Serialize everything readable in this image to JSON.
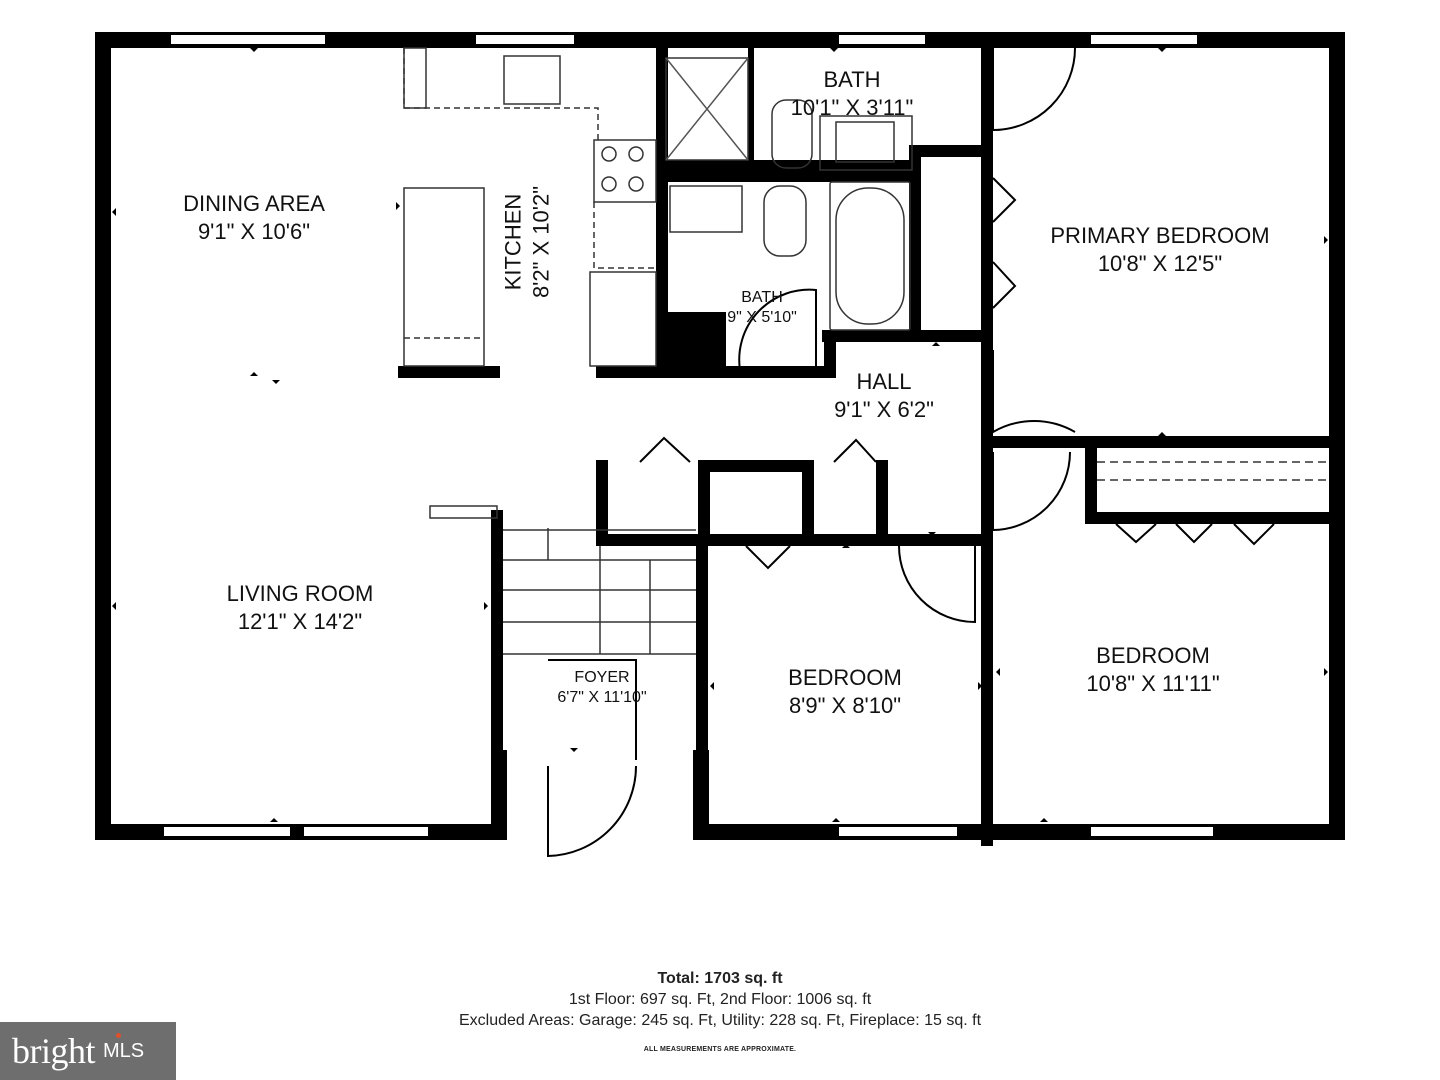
{
  "rooms": {
    "dining": {
      "name": "DINING AREA",
      "dim": "9'1\" X 10'6\""
    },
    "kitchen": {
      "name": "KITCHEN",
      "dim": "8'2\" X 10'2\""
    },
    "bath_upper": {
      "name": "BATH",
      "dim": "10'1\" X 3'11\""
    },
    "bath_lower": {
      "name": "BATH",
      "dim": "9\" X 5'10\""
    },
    "primary_bedroom": {
      "name": "PRIMARY BEDROOM",
      "dim": "10'8\" X 12'5\""
    },
    "hall": {
      "name": "HALL",
      "dim": "9'1\" X 6'2\""
    },
    "living_room": {
      "name": "LIVING ROOM",
      "dim": "12'1\" X 14'2\""
    },
    "foyer": {
      "name": "FOYER",
      "dim": "6'7\" X 11'10\""
    },
    "bedroom_middle": {
      "name": "BEDROOM",
      "dim": "8'9\" X 8'10\""
    },
    "bedroom_right": {
      "name": "BEDROOM",
      "dim": "10'8\" X 11'11\""
    }
  },
  "summary": {
    "total": "Total: 1703 sq. ft",
    "floors": "1st Floor: 697 sq. Ft, 2nd Floor: 1006 sq. ft",
    "excluded": "Excluded Areas: Garage: 245 sq. Ft, Utility: 228 sq. Ft, Fireplace: 15 sq. ft",
    "note": "ALL MEASUREMENTS ARE APPROXIMATE."
  },
  "logo": {
    "brand": "bright",
    "suffix": "MLS"
  },
  "colors": {
    "wall": "#000000",
    "logo_bg": "#6e6e6e",
    "logo_dot": "#e0502a"
  }
}
